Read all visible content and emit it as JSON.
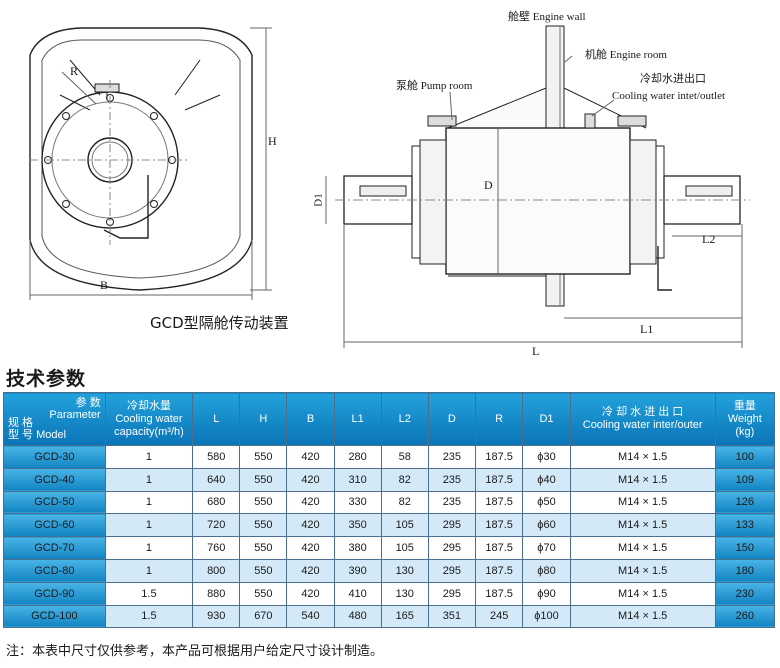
{
  "drawing": {
    "caption": "GCD型隔舱传动装置",
    "labels": {
      "engine_wall": "舱壁 Engine wall",
      "engine_room": "机舱 Engine room",
      "pump_room": "泵舱 Pump room",
      "cooling_cn": "冷却水进出口",
      "cooling_en": "Cooling water intet/outlet",
      "R": "R",
      "H": "H",
      "B": "B",
      "D1": "D1",
      "D": "D",
      "L2": "L2",
      "L1": "L1",
      "L": "L"
    }
  },
  "section_title": "技术参数",
  "table": {
    "header": {
      "param_cn": "参  数",
      "param_en": "Parameter",
      "model_cn": "规 格",
      "model_en": "型 号 Model",
      "cooling_cn": "冷却水量",
      "cooling_en": "Cooling water",
      "cooling_unit": "capacity(m³/h)",
      "cols": [
        "L",
        "H",
        "B",
        "L1",
        "L2",
        "D",
        "R",
        "D1"
      ],
      "inlet_cn": "冷 却 水 进 出 口",
      "inlet_en": "Cooling water inter/outer",
      "weight_cn": "重量",
      "weight_en": "Weight",
      "weight_unit": "(kg)"
    },
    "rows": [
      {
        "model": "GCD-30",
        "cooling": "1",
        "L": "580",
        "H": "550",
        "B": "420",
        "L1": "280",
        "L2": "58",
        "D": "235",
        "R": "187.5",
        "D1": "ϕ30",
        "inlet": "M14 × 1.5",
        "weight": "100"
      },
      {
        "model": "GCD-40",
        "cooling": "1",
        "L": "640",
        "H": "550",
        "B": "420",
        "L1": "310",
        "L2": "82",
        "D": "235",
        "R": "187.5",
        "D1": "ϕ40",
        "inlet": "M14 × 1.5",
        "weight": "109"
      },
      {
        "model": "GCD-50",
        "cooling": "1",
        "L": "680",
        "H": "550",
        "B": "420",
        "L1": "330",
        "L2": "82",
        "D": "235",
        "R": "187.5",
        "D1": "ϕ50",
        "inlet": "M14 × 1.5",
        "weight": "126"
      },
      {
        "model": "GCD-60",
        "cooling": "1",
        "L": "720",
        "H": "550",
        "B": "420",
        "L1": "350",
        "L2": "105",
        "D": "295",
        "R": "187.5",
        "D1": "ϕ60",
        "inlet": "M14 × 1.5",
        "weight": "133"
      },
      {
        "model": "GCD-70",
        "cooling": "1",
        "L": "760",
        "H": "550",
        "B": "420",
        "L1": "380",
        "L2": "105",
        "D": "295",
        "R": "187.5",
        "D1": "ϕ70",
        "inlet": "M14 × 1.5",
        "weight": "150"
      },
      {
        "model": "GCD-80",
        "cooling": "1",
        "L": "800",
        "H": "550",
        "B": "420",
        "L1": "390",
        "L2": "130",
        "D": "295",
        "R": "187.5",
        "D1": "ϕ80",
        "inlet": "M14 × 1.5",
        "weight": "180"
      },
      {
        "model": "GCD-90",
        "cooling": "1.5",
        "L": "880",
        "H": "550",
        "B": "420",
        "L1": "410",
        "L2": "130",
        "D": "295",
        "R": "187.5",
        "D1": "ϕ90",
        "inlet": "M14 × 1.5",
        "weight": "230"
      },
      {
        "model": "GCD-100",
        "cooling": "1.5",
        "L": "930",
        "H": "670",
        "B": "540",
        "L1": "480",
        "L2": "165",
        "D": "351",
        "R": "245",
        "D1": "ϕ100",
        "inlet": "M14 × 1.5",
        "weight": "260"
      }
    ]
  },
  "note": "注：本表中尺寸仅供参考，本产品可根据用户给定尺寸设计制造。"
}
